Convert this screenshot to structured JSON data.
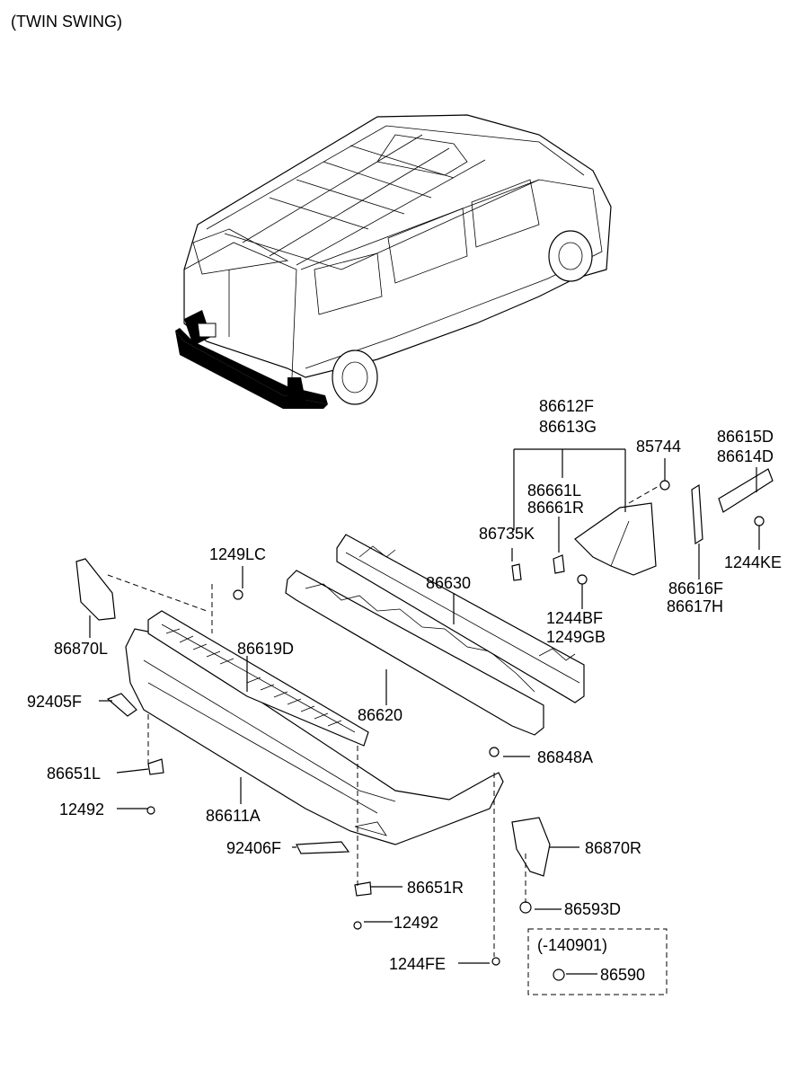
{
  "header": {
    "variant": "(TWIN SWING)"
  },
  "parts": {
    "p86612F": "86612F",
    "p86613G": "86613G",
    "p85744": "85744",
    "p86615D": "86615D",
    "p86614D": "86614D",
    "p86661L": "86661L",
    "p86661R": "86661R",
    "p86735K": "86735K",
    "p1244KE": "1244KE",
    "p86630": "86630",
    "p1249LC": "1249LC",
    "p86616F": "86616F",
    "p86617H": "86617H",
    "p1244BF": "1244BF",
    "p1249GB": "1249GB",
    "p86870L": "86870L",
    "p86619D": "86619D",
    "p92405F": "92405F",
    "p86620": "86620",
    "p86848A": "86848A",
    "p86651L": "86651L",
    "p12492a": "12492",
    "p86611A": "86611A",
    "p92406F": "92406F",
    "p86870R": "86870R",
    "p86651R": "86651R",
    "p86593D": "86593D",
    "p12492b": "12492",
    "p1244FE": "1244FE",
    "p86590": "86590"
  },
  "note_box": {
    "label": "(-140901)"
  }
}
